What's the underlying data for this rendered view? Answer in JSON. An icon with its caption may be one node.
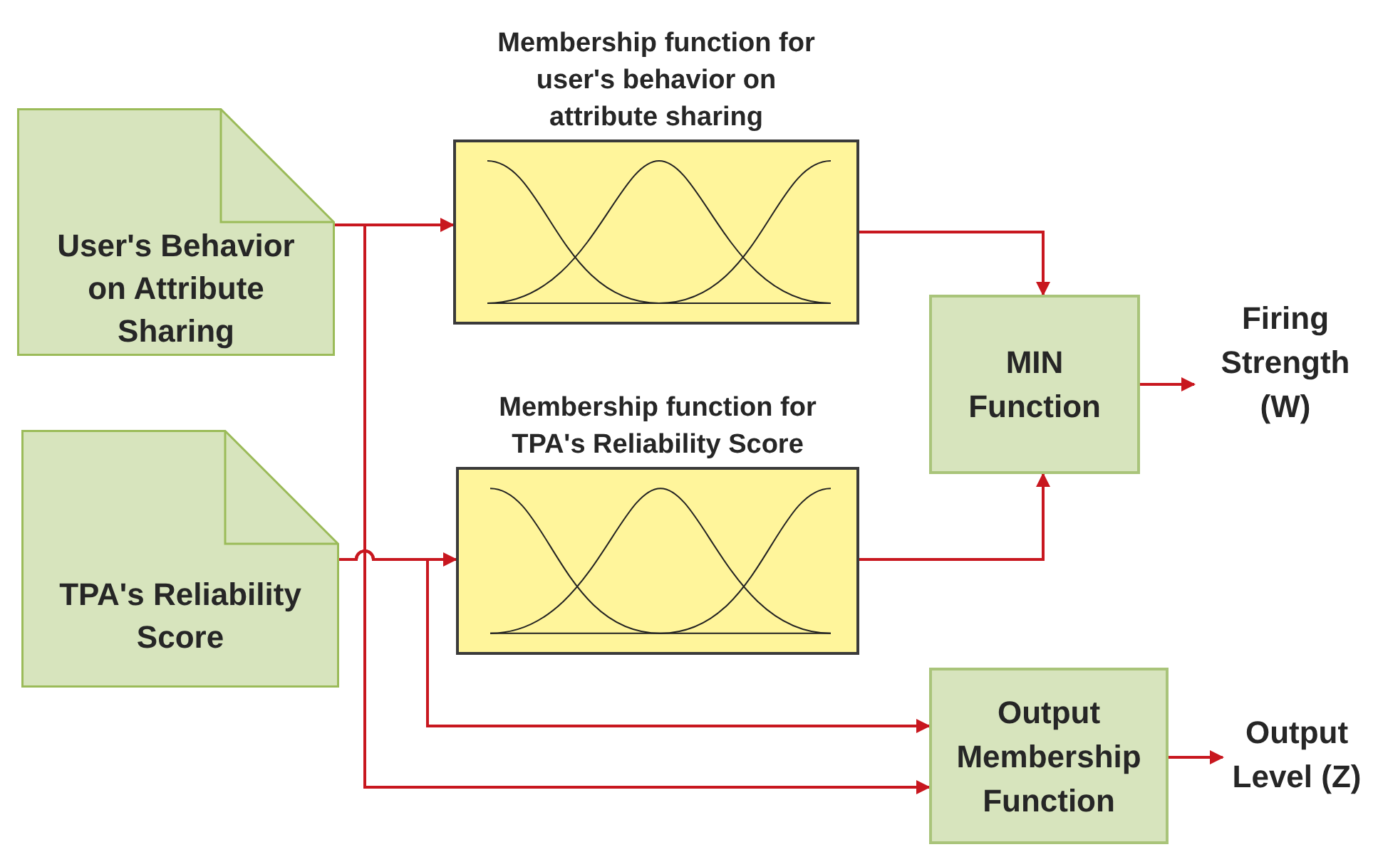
{
  "diagram": {
    "nodes": [
      {
        "text": [
          "User's Behavior on Attribute Sharing"
        ]
      },
      {
        "text": [
          "TPA's Reliability Score"
        ]
      },
      {
        "text": [
          "Membership function for user's behavior on attribute sharing"
        ]
      },
      {
        "text": [
          "Membership function for TPA's Reliability Score"
        ]
      },
      {
        "text": [
          "MIN Function"
        ]
      },
      {
        "text": [
          "Firing Strength (W)"
        ]
      },
      {
        "text": [
          "Output Membership Function"
        ]
      },
      {
        "text": [
          "Output Level (Z)"
        ]
      }
    ],
    "edges": [
      {
        "from": 0,
        "to": 2,
        "arrow": "to"
      },
      {
        "from": 1,
        "to": 3,
        "arrow": "to"
      },
      {
        "from": 1,
        "to": 6,
        "arrow": "to"
      },
      {
        "from": 0,
        "to": 6,
        "arrow": "to"
      },
      {
        "from": 2,
        "to": 4,
        "arrow": "to"
      },
      {
        "from": 3,
        "to": 4,
        "arrow": "to"
      },
      {
        "from": 4,
        "to": 5,
        "arrow": "to"
      },
      {
        "from": 6,
        "to": 7,
        "arrow": "to"
      }
    ]
  }
}
